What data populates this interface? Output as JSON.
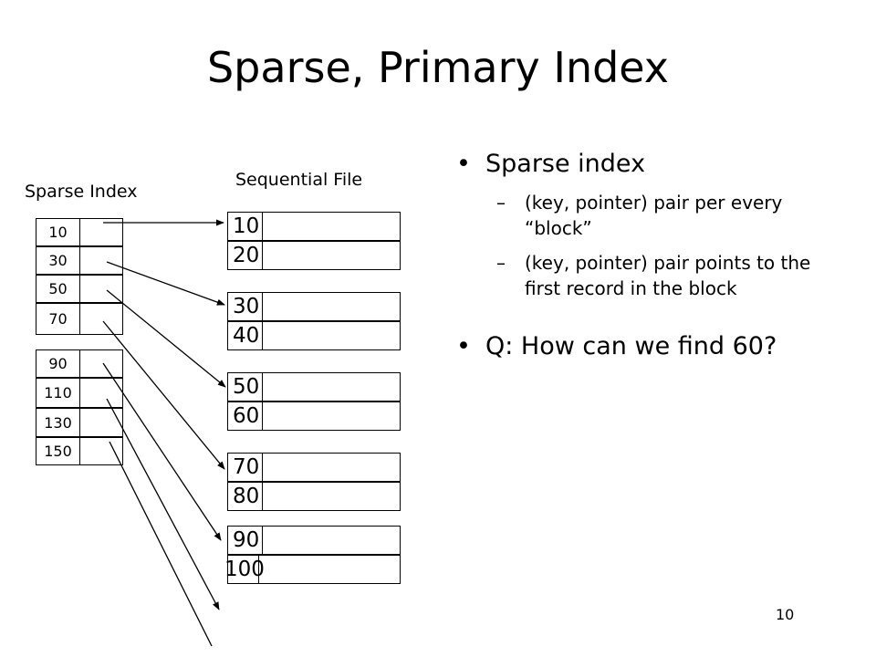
{
  "title": "Sparse, Primary Index",
  "labels": {
    "sparse_index": "Sparse Index",
    "sequential_file": "Sequential File"
  },
  "index_blocks": [
    [
      "10",
      "30",
      "50",
      "70"
    ],
    [
      "90",
      "110",
      "130",
      "150"
    ]
  ],
  "file_blocks": [
    [
      "10",
      "20"
    ],
    [
      "30",
      "40"
    ],
    [
      "50",
      "60"
    ],
    [
      "70",
      "80"
    ],
    [
      "90",
      "100"
    ]
  ],
  "bullets": [
    {
      "text": "Sparse index",
      "sub": [
        "(key, pointer) pair per every “block”",
        "(key, pointer) pair points to the first record in the block"
      ]
    },
    {
      "text": "Q: How can we find 60?",
      "sub": []
    }
  ],
  "page_number": "10",
  "colors": {
    "line": "#000000",
    "background": "#ffffff"
  }
}
